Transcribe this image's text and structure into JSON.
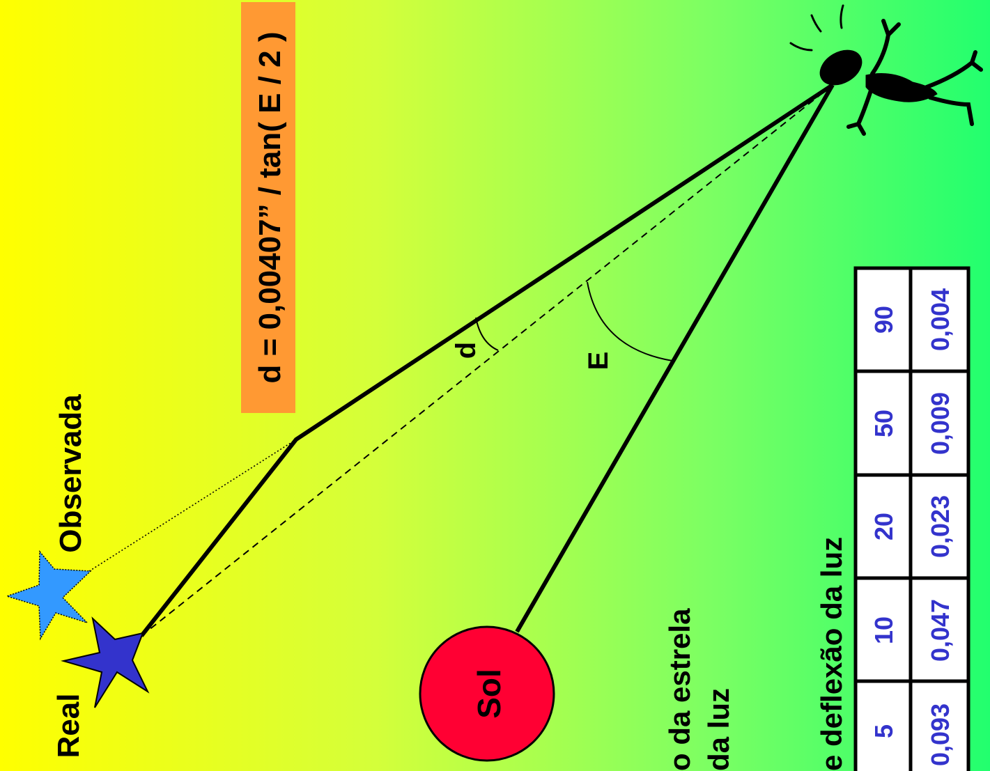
{
  "formula": "d = 0,00407” / tan( E / 2 )",
  "labels": {
    "real": "Real",
    "observed": "Observada",
    "sun": "Sol",
    "angle_d": "d",
    "angle_e": "E"
  },
  "caption": {
    "line1": "o da estrela",
    "line2": "da luz"
  },
  "table": {
    "title": "e deflexão da luz",
    "headers": [
      "5",
      "10",
      "20",
      "50",
      "90"
    ],
    "values": [
      "0,093",
      "0,047",
      "0,023",
      "0,009",
      "0,004"
    ]
  },
  "colors": {
    "formula_box": "#ff9933",
    "sun": "#ff0033",
    "real_star": "#3333cc",
    "observed_star": "#3399ff",
    "table_values": "#3333cc"
  }
}
